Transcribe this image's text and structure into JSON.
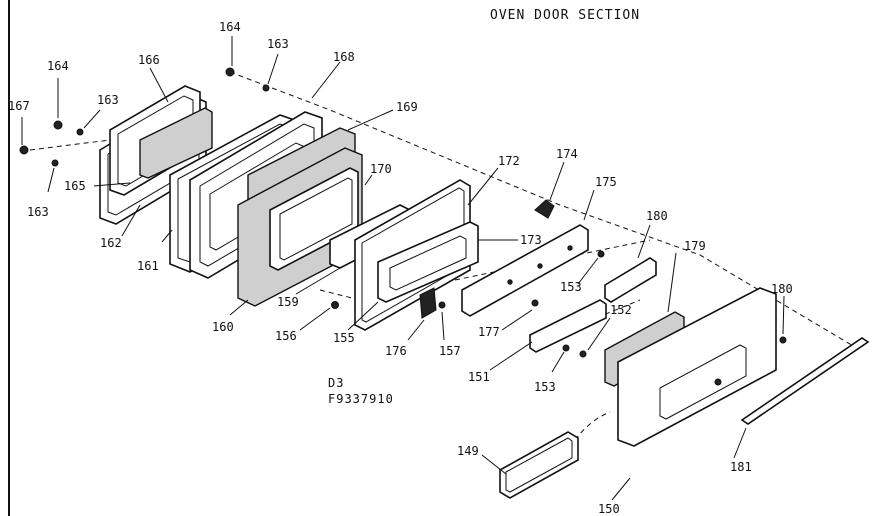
{
  "title": "OVEN DOOR SECTION",
  "diagram_code_line1": "D3",
  "diagram_code_line2": "F9337910",
  "callouts": {
    "c149": "149",
    "c150": "150",
    "c151": "151",
    "c152": "152",
    "c153a": "153",
    "c153b": "153",
    "c155": "155",
    "c156": "156",
    "c157": "157",
    "c159": "159",
    "c160": "160",
    "c161": "161",
    "c162": "162",
    "c163a": "163",
    "c163b": "163",
    "c163c": "163",
    "c164a": "164",
    "c164b": "164",
    "c165": "165",
    "c166": "166",
    "c167": "167",
    "c168": "168",
    "c169": "169",
    "c170": "170",
    "c172": "172",
    "c173": "173",
    "c174": "174",
    "c175": "175",
    "c176": "176",
    "c177": "177",
    "c179": "179",
    "c180a": "180",
    "c180b": "180",
    "c181": "181"
  }
}
